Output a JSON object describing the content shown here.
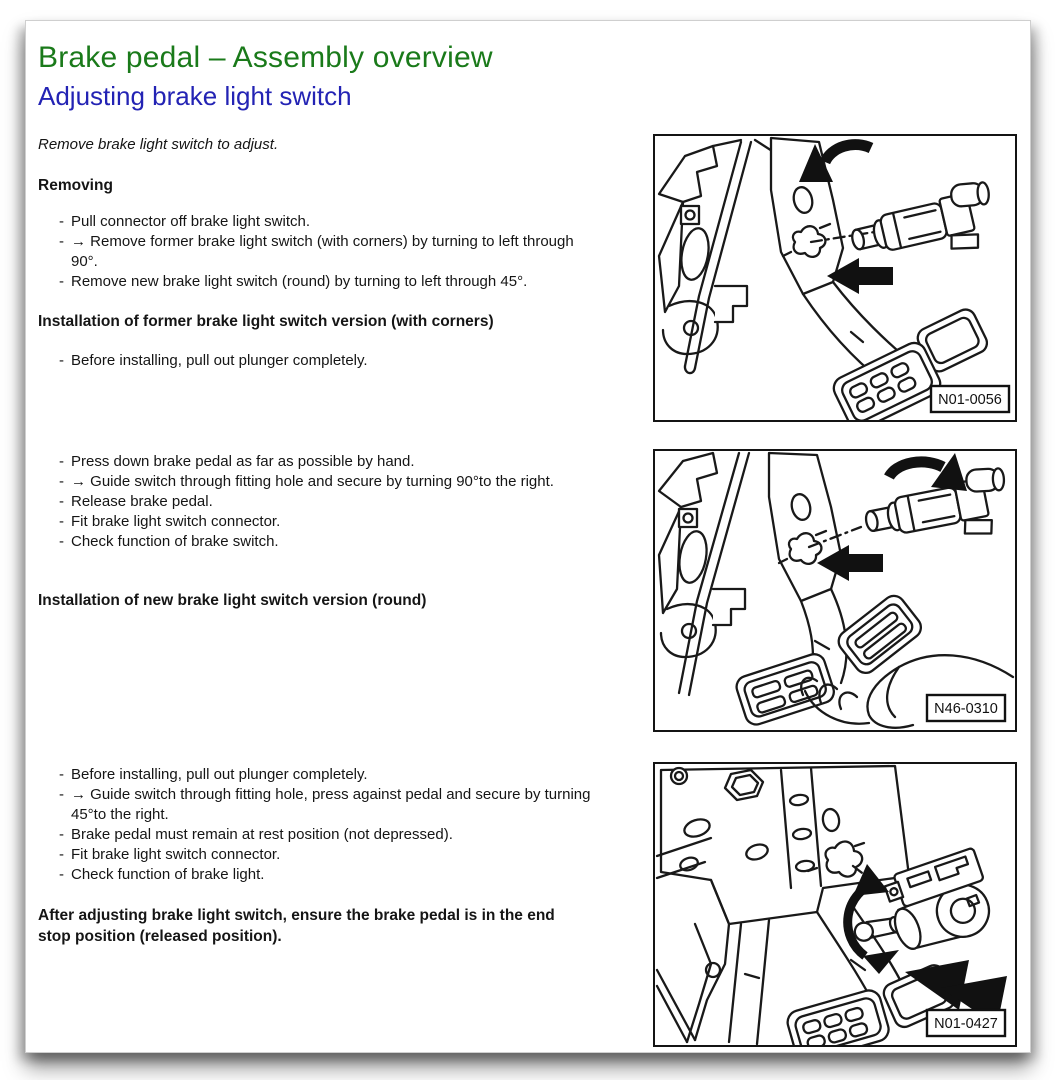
{
  "doc": {
    "title": "Brake pedal – Assembly overview",
    "subtitle": "Adjusting brake light switch",
    "intro": "Remove brake light switch to adjust.",
    "marker": "-",
    "headings": {
      "removing": "Removing",
      "install_former": "Installation of former brake light switch version (with corners)",
      "install_new": "Installation of new brake light switch version (round)"
    },
    "lists": {
      "removing": {
        "items": [
          "Pull connector off brake light switch.",
          "→ Remove former brake light switch (with corners) by turning to left through 90°.",
          "Remove new brake light switch (round) by turning to left through 45°."
        ]
      },
      "former_prep": {
        "items": [
          "Before installing, pull out plunger completely."
        ]
      },
      "former_steps": {
        "items": [
          "Press down brake pedal as far as possible by hand.",
          "→ Guide switch through fitting hole and secure by turning 90°to the right.",
          "Release brake pedal.",
          "Fit brake light switch connector.",
          "Check function of brake switch."
        ]
      },
      "new_steps": {
        "items": [
          "Before installing, pull out plunger completely.",
          "→ Guide switch through fitting hole, press against pedal and secure by turning 45°to the right.",
          "Brake pedal must remain at rest position (not depressed).",
          "Fit brake light switch connector.",
          "Check function of brake light."
        ]
      }
    },
    "note": "After adjusting brake light switch, ensure the brake pedal is in the end stop position (released position)."
  },
  "figures": [
    {
      "label": "N01-0056",
      "alt": "former-brake-light-switch-removal-drawing"
    },
    {
      "label": "N46-0310",
      "alt": "former-switch-installation-pedal-pressed-drawing"
    },
    {
      "label": "N01-0427",
      "alt": "new-round-switch-installation-drawing"
    }
  ],
  "colors": {
    "title_green": "#1a7a1a",
    "subtitle_blue": "#2323b4",
    "body_text": "#151515",
    "figure_frame": "#141414"
  }
}
